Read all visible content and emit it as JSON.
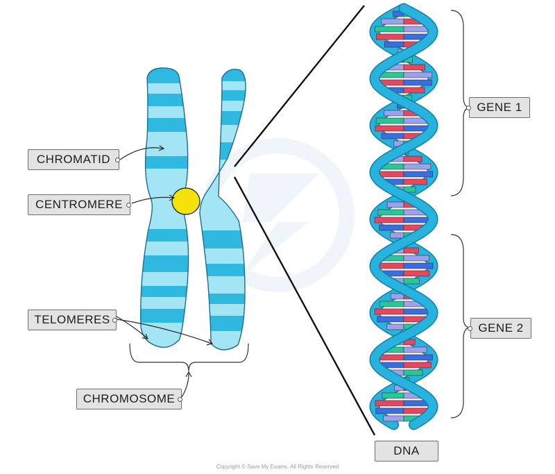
{
  "labels": {
    "chromatid": "CHROMATID",
    "centromere": "CENTROMERE",
    "telomeres": "TELOMERES",
    "chromosome": "CHROMOSOME",
    "gene1": "GENE 1",
    "gene2": "GENE 2",
    "dna": "DNA"
  },
  "copyright": "Copyright © Save My Exams. All Rights Reserved",
  "colors": {
    "chromosome_light": "#a3e4f5",
    "chromosome_band": "#2fb8e0",
    "centromere": "#f5e20a",
    "backbone": "#27b3de",
    "base_colors": [
      "#3a6de0",
      "#9aa2ee",
      "#27c79a",
      "#e8455e"
    ]
  }
}
